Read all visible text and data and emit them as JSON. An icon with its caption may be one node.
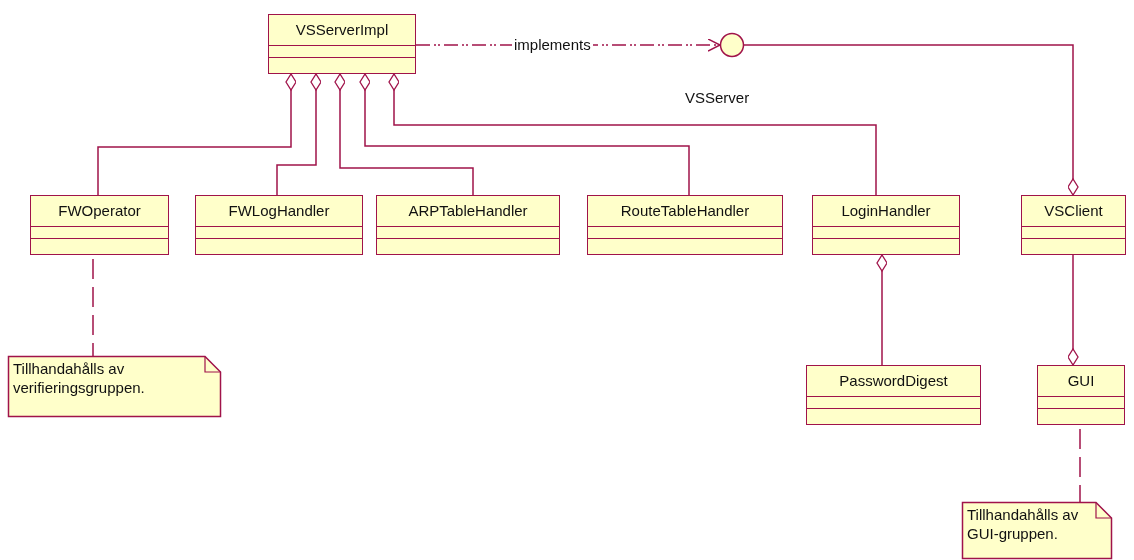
{
  "diagram": {
    "nodes": [
      {
        "text": [
          "VSServerImpl"
        ]
      },
      {
        "text": [
          "VSServer"
        ]
      },
      {
        "text": [
          "FWOperator"
        ]
      },
      {
        "text": [
          "FWLogHandler"
        ]
      },
      {
        "text": [
          "ARPTableHandler"
        ]
      },
      {
        "text": [
          "RouteTableHandler"
        ]
      },
      {
        "text": [
          "LoginHandler"
        ]
      },
      {
        "text": [
          "VSClient"
        ]
      },
      {
        "text": [
          "Tillhandahålls av verifieringsgruppen."
        ]
      },
      {
        "text": [
          "PasswordDigest"
        ]
      },
      {
        "text": [
          "GUI"
        ]
      },
      {
        "text": [
          "Tillhandahålls av GUI-gruppen."
        ]
      }
    ],
    "edges": [
      {
        "from": 0,
        "to": 1,
        "arrow": "to",
        "label": "implements",
        "style": "dashed"
      },
      {
        "from": 0,
        "to": 2,
        "arrow": "other"
      },
      {
        "from": 0,
        "to": 3,
        "arrow": "other"
      },
      {
        "from": 0,
        "to": 4,
        "arrow": "other"
      },
      {
        "from": 0,
        "to": 5,
        "arrow": "other"
      },
      {
        "from": 0,
        "to": 6,
        "arrow": "other"
      },
      {
        "from": 7,
        "to": 1,
        "arrow": "other"
      },
      {
        "from": 6,
        "to": 9,
        "arrow": "other"
      },
      {
        "from": 10,
        "to": 7,
        "arrow": "other"
      },
      {
        "from": 2,
        "to": 8,
        "arrow": "none",
        "style": "dashed"
      },
      {
        "from": 10,
        "to": 11,
        "arrow": "none",
        "style": "dashed"
      }
    ]
  }
}
